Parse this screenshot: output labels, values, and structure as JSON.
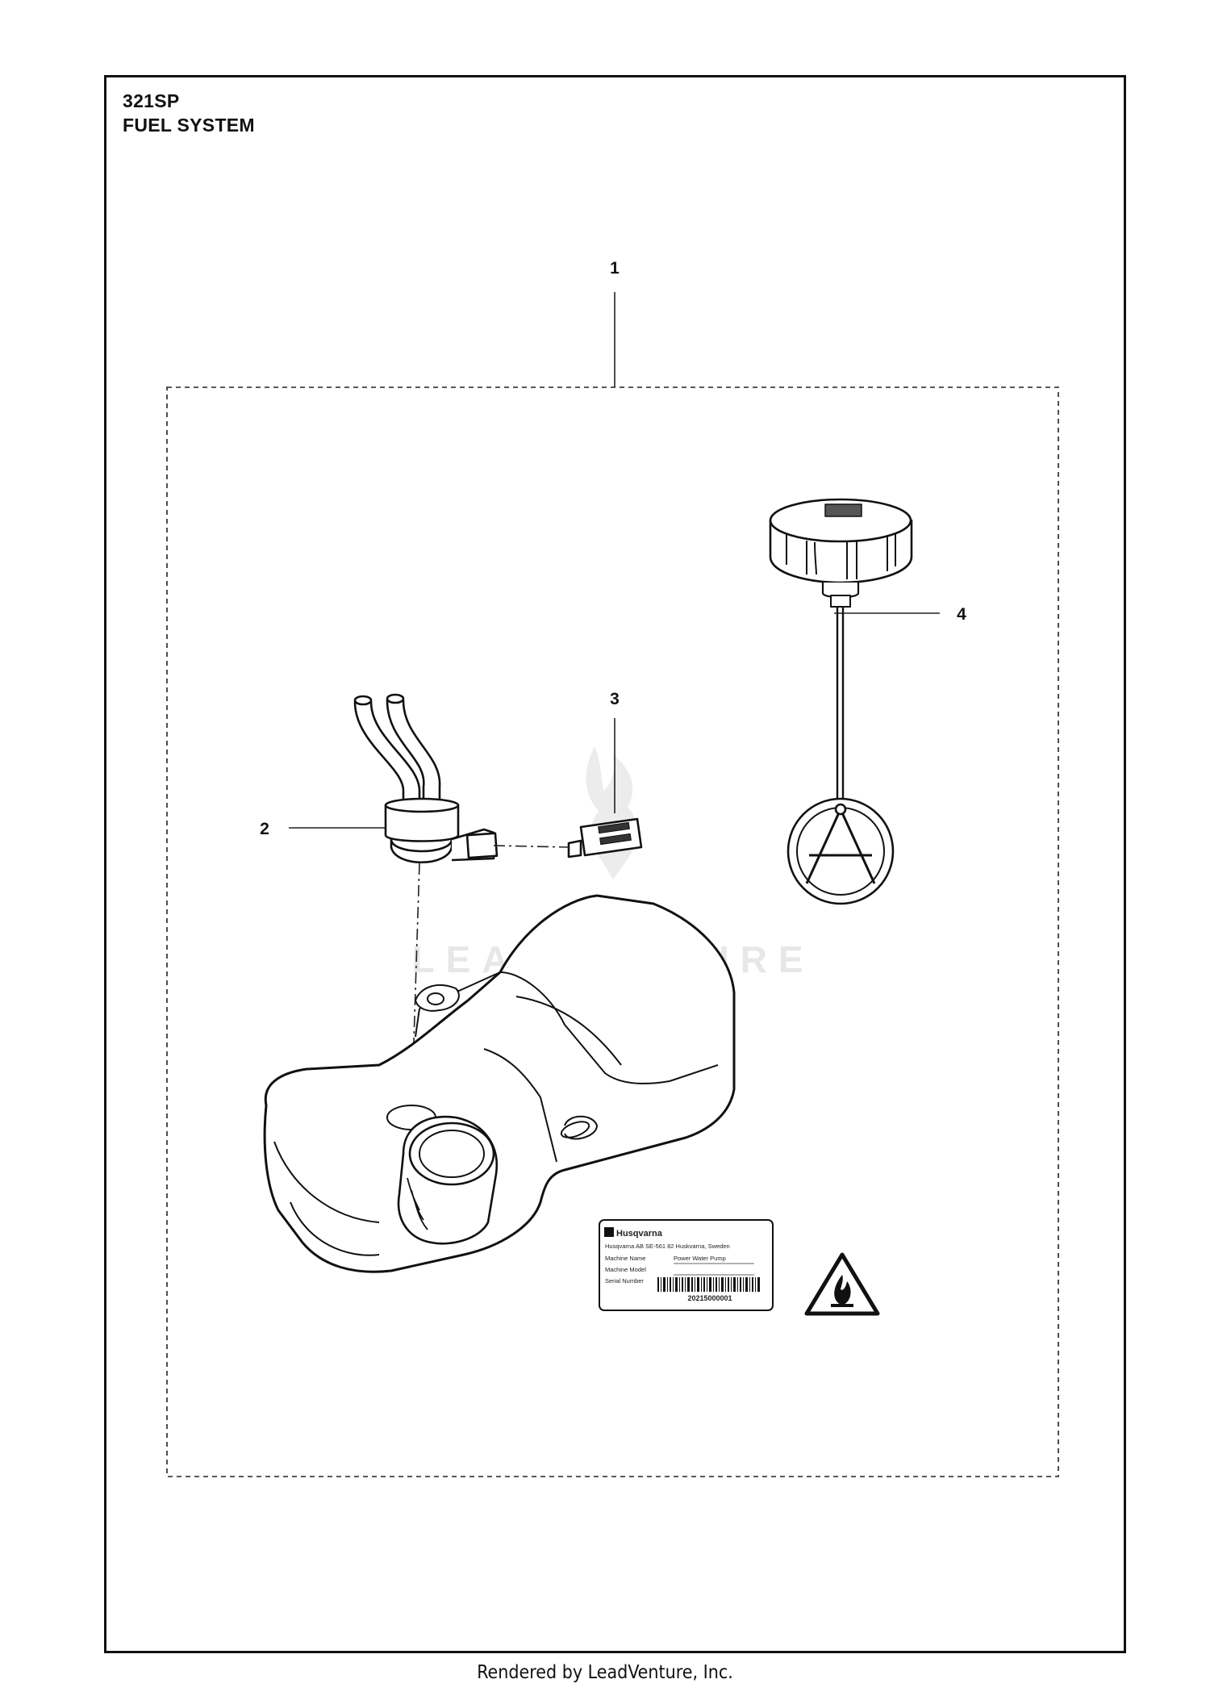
{
  "header": {
    "model": "321SP",
    "section": "FUEL SYSTEM"
  },
  "callouts": {
    "assembly": "1",
    "fuel_line_grommet": "2",
    "fuel_filter": "3",
    "fuel_cap": "4"
  },
  "watermark": "LEADVENTURE",
  "product_label": {
    "brand": "Husqvarna",
    "address": "Husqvarna AB SE-561 82 Huskvarna, Sweden",
    "row1_key": "Machine Name",
    "row1_value": "Power Water Pump",
    "row2_key": "Machine Model",
    "row3_key": "Serial Number",
    "serial": "20215000001"
  },
  "footer": {
    "text": "Rendered by LeadVenture, Inc."
  }
}
